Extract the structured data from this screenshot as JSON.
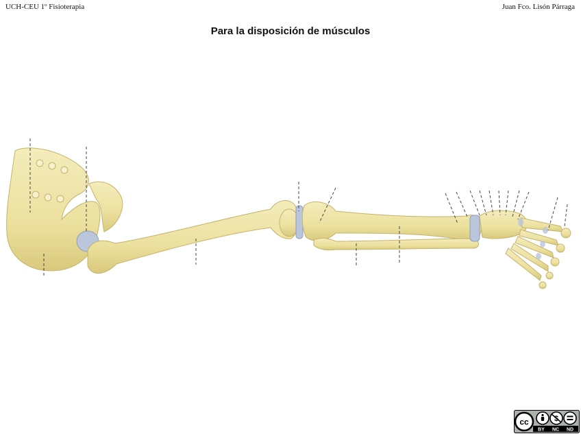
{
  "header": {
    "left": "UCH-CEU   1º Fisioterapia",
    "right": "Juan Fco. Lisón Párraga"
  },
  "title": "Para la disposición de músculos",
  "license": {
    "badge_letters": "cc",
    "labels": [
      "BY",
      "NC",
      "ND"
    ]
  },
  "colors": {
    "bone": "#ede3a4",
    "bone_shadow": "#c9b96a",
    "cartilage": "#b9c6dc",
    "leader_line": "#444444"
  },
  "icons": [
    "creative-commons-icon",
    "by-attribution-icon",
    "nc-noncommercial-icon",
    "nd-noderivatives-icon"
  ]
}
